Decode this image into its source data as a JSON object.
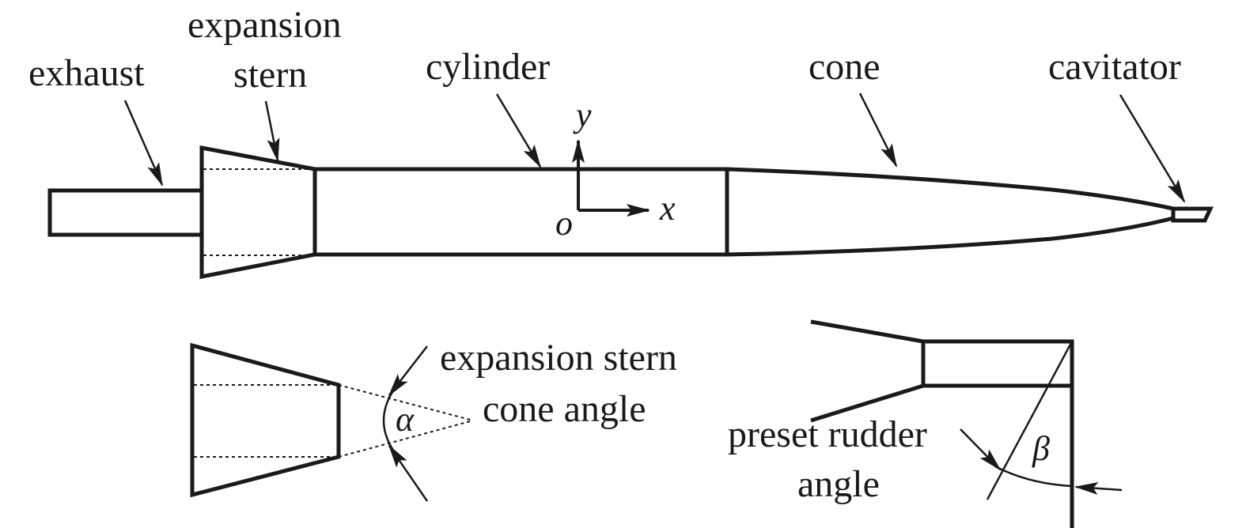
{
  "labels": {
    "exhaust": "exhaust",
    "expansion_stern_line1": "expansion",
    "expansion_stern_line2": "stern",
    "cylinder": "cylinder",
    "cone": "cone",
    "cavitator": "cavitator",
    "axis_y": "y",
    "axis_x": "x",
    "axis_origin": "o",
    "cone_angle_line1": "expansion stern",
    "cone_angle_line2": "cone angle",
    "alpha": "α",
    "rudder_line1": "preset rudder",
    "rudder_line2": "angle",
    "beta": "β"
  }
}
